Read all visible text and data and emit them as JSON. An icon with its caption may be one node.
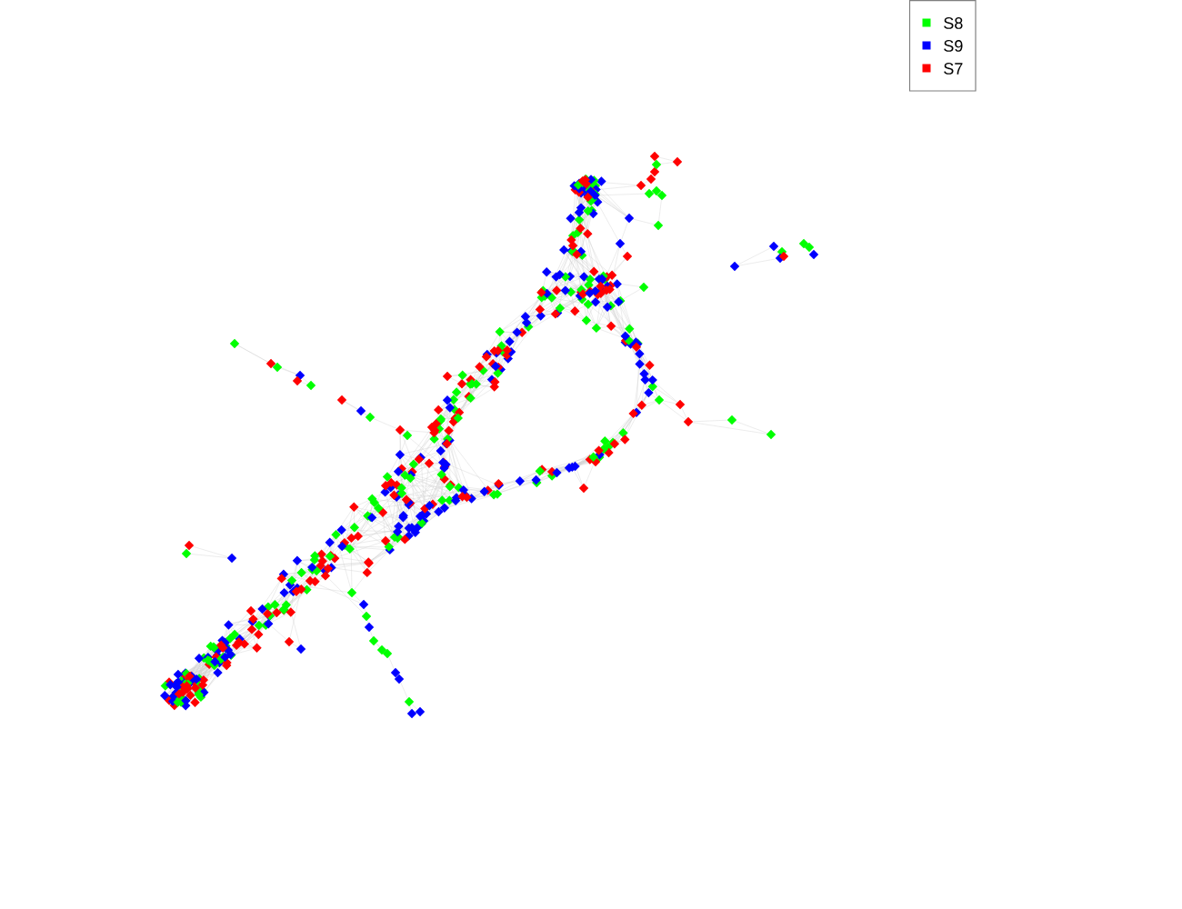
{
  "diagram": {
    "legend": [
      {
        "text": "S8",
        "color": "#00ff00"
      },
      {
        "text": "S9",
        "color": "#0000ff"
      },
      {
        "text": "S7",
        "color": "#ff0000"
      }
    ]
  }
}
